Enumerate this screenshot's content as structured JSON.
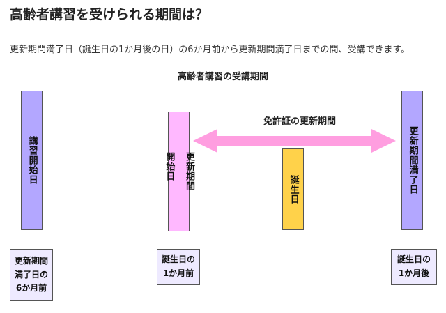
{
  "page": {
    "title": "高齢者講習を受けられる期間は？",
    "description": "更新期間満了日（誕生日の1か月後の日）の6か月前から更新期間満了日までの間、受講できます。"
  },
  "diagram": {
    "period_title": "高齢者講習の受講期間",
    "license_period_title": "免許証の更新期間",
    "bars": {
      "course_start": "講習開始日",
      "renewal_start": "更新期間\n\n開始日",
      "birthday": "誕生日",
      "renewal_end": "更新期間満了日"
    },
    "boxes": {
      "left_line1": "更新期間",
      "left_line2": "満了日の",
      "left_line3": "6か月前",
      "mid_line1": "誕生日の",
      "mid_line2": "1か月前",
      "right_line1": "誕生日の",
      "right_line2": "1か月後"
    },
    "colors": {
      "course_bar": "#b3a7ff",
      "renewal_start_bar": "#ffb8ff",
      "birthday_bar": "#ffd24a",
      "green_line": "#7fd85a",
      "pink_arrow": "#ff9ee0",
      "label_box_fill": "#eeeaff"
    }
  }
}
